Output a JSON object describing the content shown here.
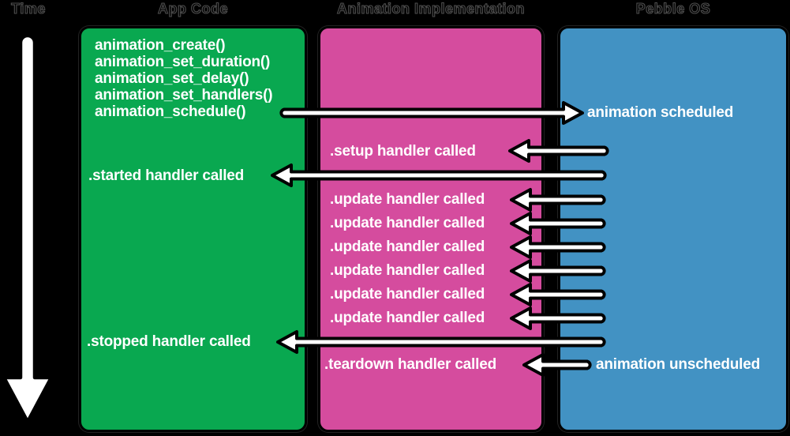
{
  "headers": {
    "time": "Time",
    "app_code": "App Code",
    "animation_implementation": "Animation Implementation",
    "pebble_os": "Pebble OS"
  },
  "colors": {
    "app_code_box": "#09a850",
    "animation_implementation_box": "#d54c9e",
    "pebble_os_box": "#4292c3",
    "background": "#000000",
    "label_text": "#ffffff",
    "arrow_fill": "#ffffff",
    "arrow_outline": "#000000"
  },
  "app_code": {
    "calls": [
      "animation_create()",
      "animation_set_duration()",
      "animation_set_delay()",
      "animation_set_handlers()",
      "animation_schedule()"
    ],
    "started_label": ".started handler called",
    "stopped_label": ".stopped handler called"
  },
  "impl": {
    "setup_label": ".setup handler called",
    "updates": [
      ".update handler called",
      ".update handler called",
      ".update handler called",
      ".update handler called",
      ".update handler called",
      ".update handler called"
    ],
    "teardown_label": ".teardown handler called"
  },
  "os": {
    "scheduled_label": "animation scheduled",
    "unscheduled_label": "animation unscheduled"
  },
  "arrows": [
    {
      "name": "animation-schedule-arrow",
      "direction": "right",
      "from": "App Code",
      "to": "Pebble OS"
    },
    {
      "name": "setup-handler-arrow",
      "direction": "left",
      "from": "Pebble OS",
      "to": "Animation Implementation"
    },
    {
      "name": "started-handler-arrow",
      "direction": "left",
      "from": "Pebble OS",
      "to": "App Code"
    },
    {
      "name": "update-handler-arrow-1",
      "direction": "left",
      "from": "Pebble OS",
      "to": "Animation Implementation"
    },
    {
      "name": "update-handler-arrow-2",
      "direction": "left",
      "from": "Pebble OS",
      "to": "Animation Implementation"
    },
    {
      "name": "update-handler-arrow-3",
      "direction": "left",
      "from": "Pebble OS",
      "to": "Animation Implementation"
    },
    {
      "name": "update-handler-arrow-4",
      "direction": "left",
      "from": "Pebble OS",
      "to": "Animation Implementation"
    },
    {
      "name": "update-handler-arrow-5",
      "direction": "left",
      "from": "Pebble OS",
      "to": "Animation Implementation"
    },
    {
      "name": "update-handler-arrow-6",
      "direction": "left",
      "from": "Pebble OS",
      "to": "Animation Implementation"
    },
    {
      "name": "stopped-handler-arrow",
      "direction": "left",
      "from": "Pebble OS",
      "to": "App Code"
    },
    {
      "name": "teardown-handler-arrow",
      "direction": "left",
      "from": "Pebble OS",
      "to": "Animation Implementation"
    },
    {
      "name": "time-arrow",
      "direction": "down"
    }
  ]
}
